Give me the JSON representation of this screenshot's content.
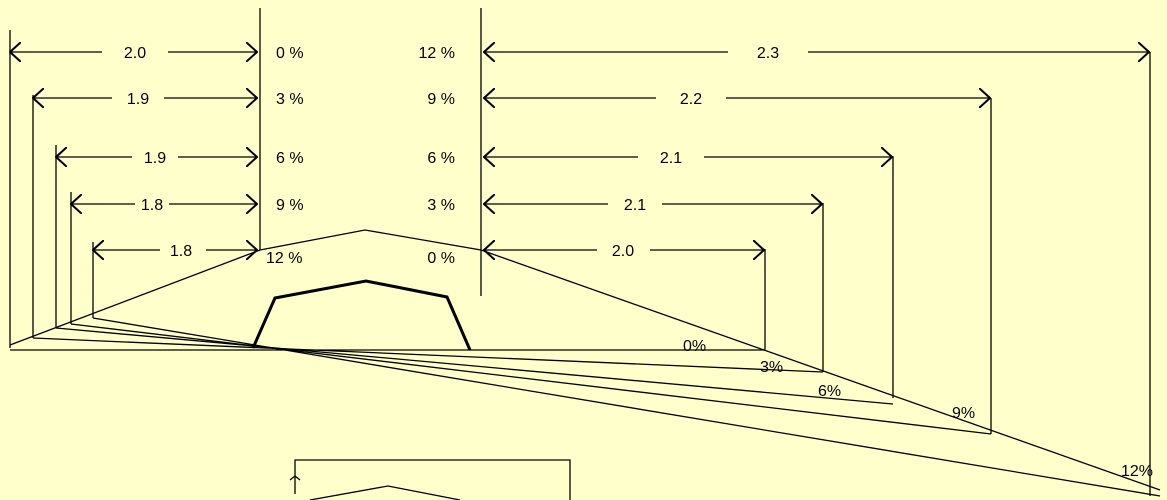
{
  "left_group": {
    "dimensions": [
      "2.0",
      "1.9",
      "1.9",
      "1.8",
      "1.8"
    ],
    "slopes": [
      "0 %",
      "3 %",
      "6 %",
      "9 %",
      "12 %"
    ]
  },
  "right_group": {
    "dimensions": [
      "2.3",
      "2.2",
      "2.1",
      "2.1",
      "2.0"
    ],
    "slopes": [
      "12 %",
      "9 %",
      "6 %",
      "3 %",
      "0 %"
    ]
  },
  "ray_labels": [
    "0%",
    "3%",
    "6%",
    "9%",
    "12%"
  ],
  "colors": {
    "background": "#FFFFCC",
    "ink": "#000000"
  }
}
